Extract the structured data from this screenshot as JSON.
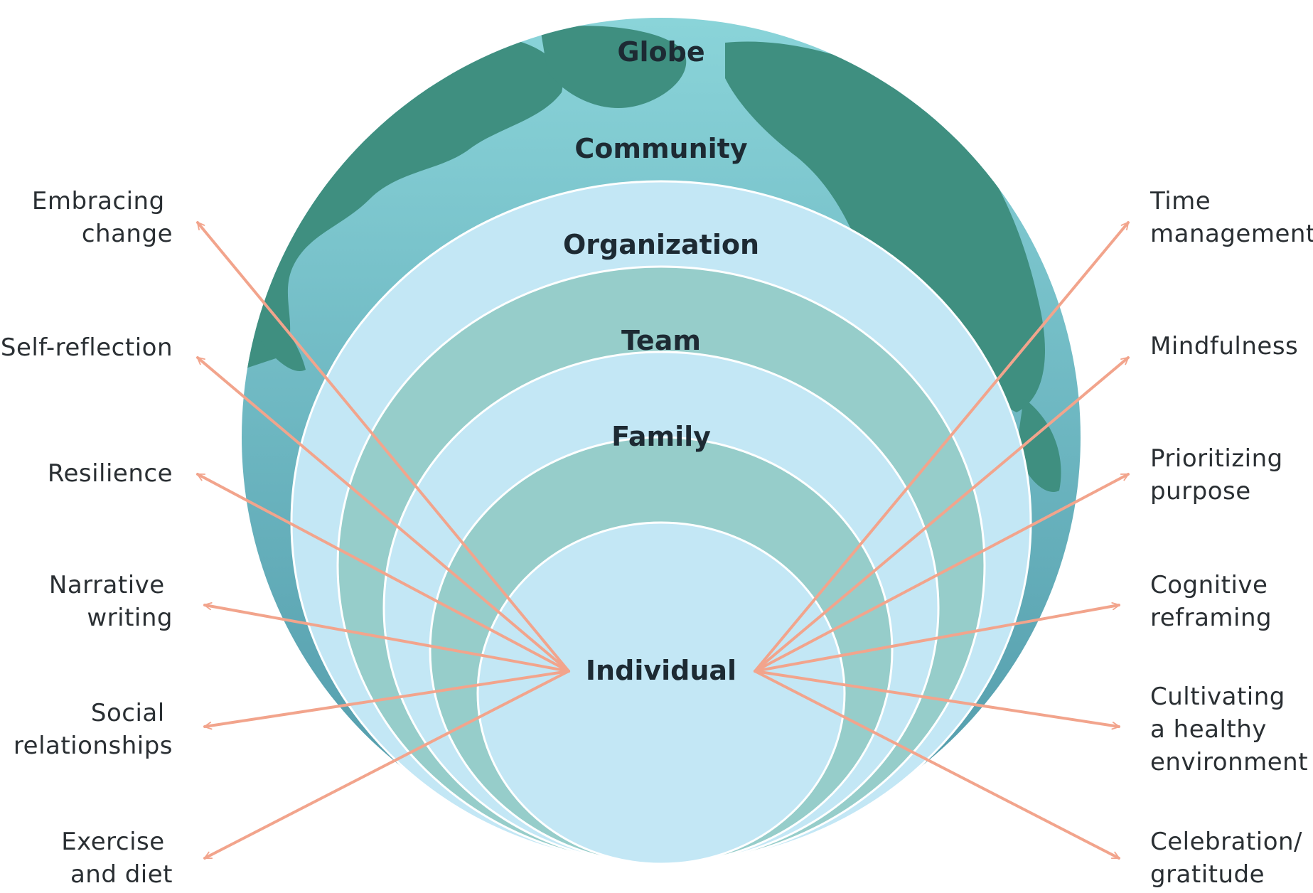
{
  "layers": [
    {
      "label": "Globe",
      "fill": "#5aa9a6"
    },
    {
      "label": "Community",
      "fill": "#c3e7f5"
    },
    {
      "label": "Organization",
      "fill": "#96cdca"
    },
    {
      "label": "Team",
      "fill": "#c3e7f5"
    },
    {
      "label": "Family",
      "fill": "#96cdca"
    },
    {
      "label": "Individual",
      "fill": "#c3e7f5"
    }
  ],
  "left_practices": [
    {
      "lines": [
        "Embracing",
        "change"
      ]
    },
    {
      "lines": [
        "Self-reflection"
      ]
    },
    {
      "lines": [
        "Resilience"
      ]
    },
    {
      "lines": [
        "Narrative",
        "writing"
      ]
    },
    {
      "lines": [
        "Social",
        "relationships"
      ]
    },
    {
      "lines": [
        "Exercise",
        "and diet"
      ]
    }
  ],
  "right_practices": [
    {
      "lines": [
        "Time",
        "management"
      ]
    },
    {
      "lines": [
        "Mindfulness"
      ]
    },
    {
      "lines": [
        "Prioritizing",
        "purpose"
      ]
    },
    {
      "lines": [
        "Cognitive",
        "reframing"
      ]
    },
    {
      "lines": [
        "Cultivating",
        "a healthy",
        "environment"
      ]
    },
    {
      "lines": [
        "Celebration/",
        "gratitude"
      ]
    }
  ],
  "colors": {
    "arrow": "#f2a48c",
    "ocean_top": "#8ad4d9",
    "ocean_bottom": "#4f98a8",
    "land": "#3f8f80",
    "ring_stroke": "#ffffff"
  }
}
